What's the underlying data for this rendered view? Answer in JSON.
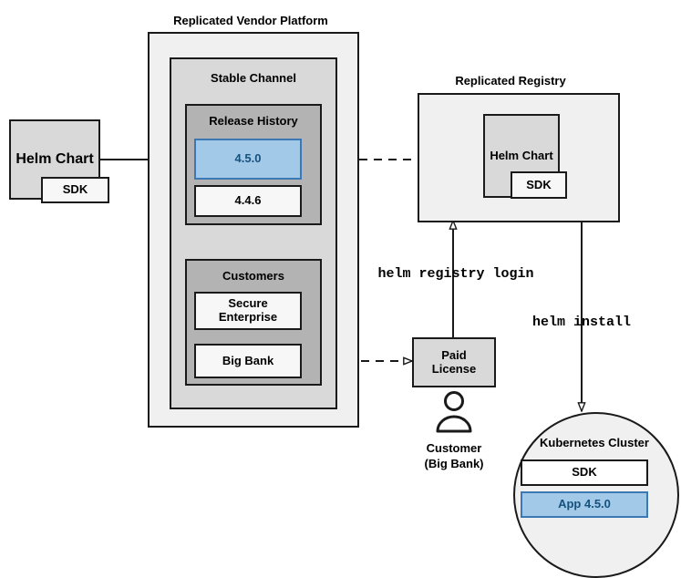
{
  "diagram": {
    "title_platform": "Replicated Vendor Platform",
    "title_registry": "Replicated Registry",
    "colors": {
      "accent_blue_fill": "#a3c9e8",
      "accent_blue_border": "#3c78b4",
      "accent_blue_text": "#14527d",
      "outline": "#1a1a1a",
      "platform_fill": "#f0f0f0",
      "channel_fill": "#d9d9d9",
      "group_fill": "#b3b3b3"
    },
    "source_chart": {
      "label": "Helm Chart",
      "sdk_label": "SDK"
    },
    "platform": {
      "channel": {
        "label": "Stable Channel",
        "release_history": {
          "label": "Release History",
          "releases": [
            {
              "version": "4.5.0",
              "highlighted": true
            },
            {
              "version": "4.4.6",
              "highlighted": false
            }
          ]
        },
        "customers": {
          "label": "Customers",
          "items": [
            {
              "name": "Secure Enterprise"
            },
            {
              "name": "Big Bank"
            }
          ]
        }
      }
    },
    "registry": {
      "chart_label": "Helm Chart",
      "sdk_label": "SDK"
    },
    "license": {
      "label": "Paid License"
    },
    "customer": {
      "line1": "Customer",
      "line2": "(Big Bank)"
    },
    "cluster": {
      "label": "Kubernetes Cluster",
      "artifacts": [
        {
          "label": "SDK",
          "highlighted": false
        },
        {
          "label": "App 4.5.0",
          "highlighted": true
        }
      ]
    },
    "commands": {
      "registry_login": "helm registry login",
      "install": "helm install"
    }
  }
}
